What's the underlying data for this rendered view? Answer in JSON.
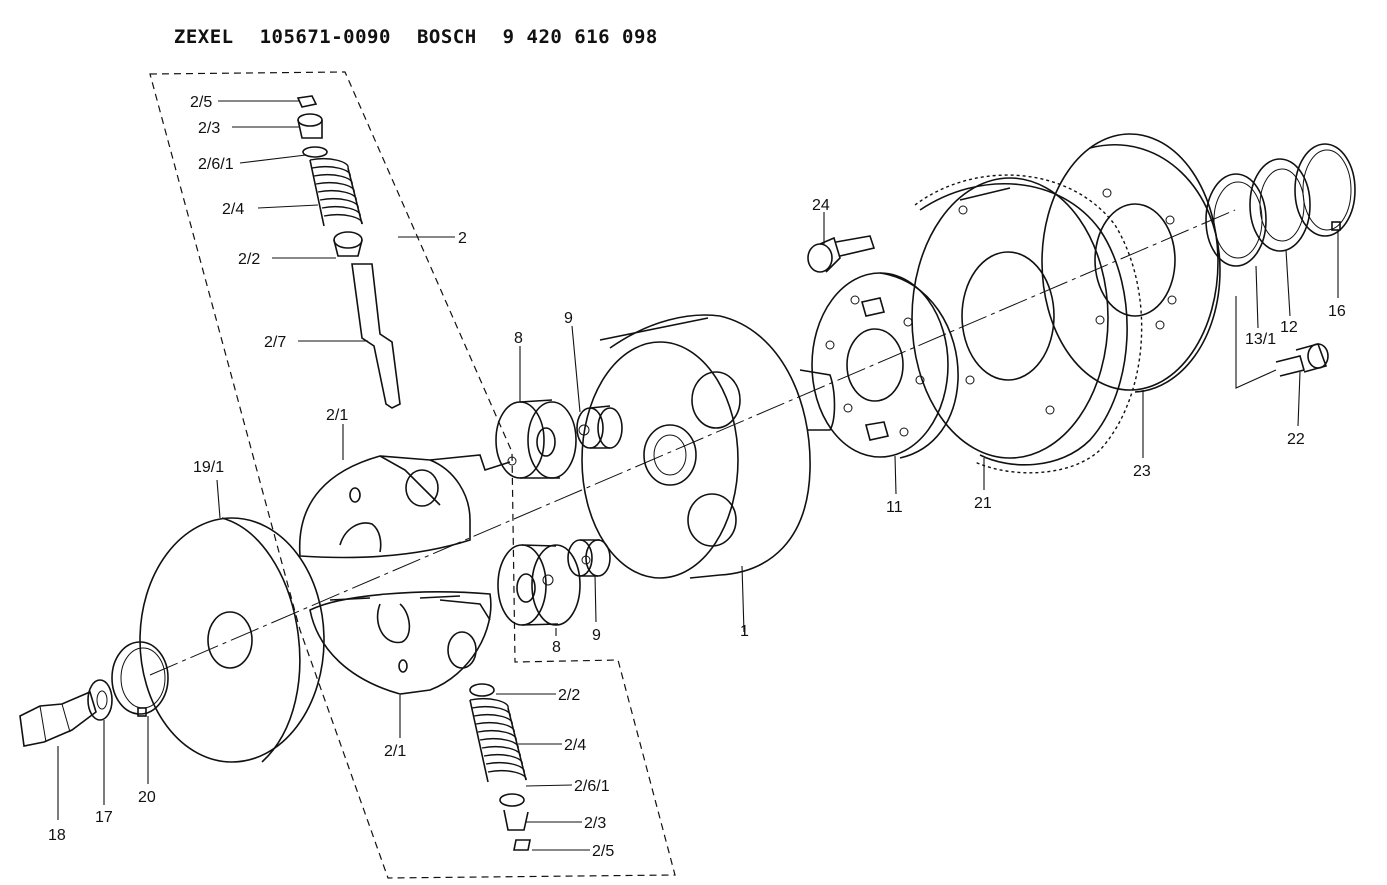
{
  "header": {
    "maker": "ZEXEL",
    "maker_part_no": "105671-0090",
    "oem": "BOSCH",
    "oem_part_no": "9 420 616 098"
  },
  "callouts": [
    {
      "id": "c-2-5-top",
      "text": "2/5"
    },
    {
      "id": "c-2-3-top",
      "text": "2/3"
    },
    {
      "id": "c-2-6-1-top",
      "text": "2/6/1"
    },
    {
      "id": "c-2-4-top",
      "text": "2/4"
    },
    {
      "id": "c-2-2-top",
      "text": "2/2"
    },
    {
      "id": "c-2-7",
      "text": "2/7"
    },
    {
      "id": "c-2",
      "text": "2"
    },
    {
      "id": "c-2-1-top",
      "text": "2/1"
    },
    {
      "id": "c-19-1",
      "text": "19/1"
    },
    {
      "id": "c-8-top",
      "text": "8"
    },
    {
      "id": "c-9-top",
      "text": "9"
    },
    {
      "id": "c-8-bot",
      "text": "8"
    },
    {
      "id": "c-9-bot",
      "text": "9"
    },
    {
      "id": "c-1",
      "text": "1"
    },
    {
      "id": "c-2-1-bot",
      "text": "2/1"
    },
    {
      "id": "c-2-2-bot",
      "text": "2/2"
    },
    {
      "id": "c-2-4-bot",
      "text": "2/4"
    },
    {
      "id": "c-2-6-1-bot",
      "text": "2/6/1"
    },
    {
      "id": "c-2-3-bot",
      "text": "2/3"
    },
    {
      "id": "c-2-5-bot",
      "text": "2/5"
    },
    {
      "id": "c-18",
      "text": "18"
    },
    {
      "id": "c-17",
      "text": "17"
    },
    {
      "id": "c-20",
      "text": "20"
    },
    {
      "id": "c-24",
      "text": "24"
    },
    {
      "id": "c-11",
      "text": "11"
    },
    {
      "id": "c-21",
      "text": "21"
    },
    {
      "id": "c-23",
      "text": "23"
    },
    {
      "id": "c-13-1",
      "text": "13/1"
    },
    {
      "id": "c-12",
      "text": "12"
    },
    {
      "id": "c-16",
      "text": "16"
    },
    {
      "id": "c-22",
      "text": "22"
    }
  ]
}
